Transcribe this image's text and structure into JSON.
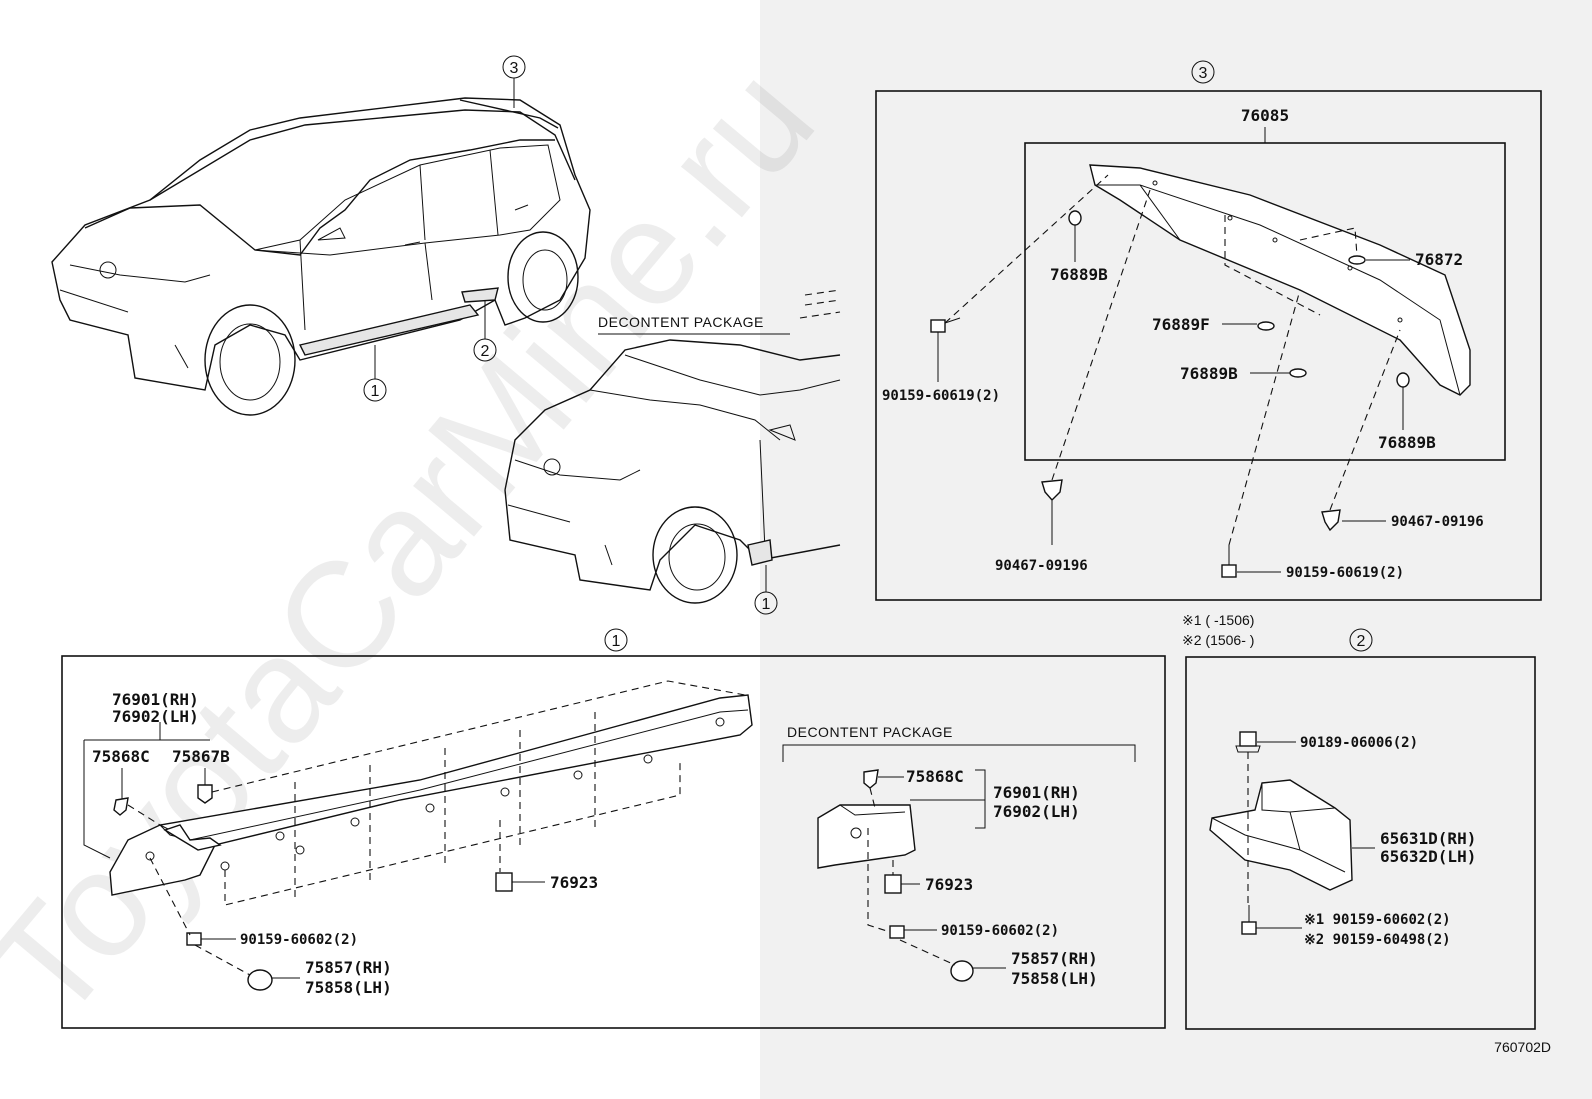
{
  "watermark": "ToyotaCarMine.ru",
  "diagram_code": "760702D",
  "callouts": {
    "c1": "1",
    "c2": "2",
    "c3": "3"
  },
  "captions": {
    "decontent_top": "DECONTENT PACKAGE",
    "decontent_lower": "DECONTENT PACKAGE"
  },
  "date_notes": {
    "note1": "※1 (      -1506)",
    "note2": "※2 (1506-      )"
  },
  "section3": {
    "assembly": "76085",
    "p76889b_left": "76889B",
    "p76872": "76872",
    "p76889f": "76889F",
    "p76889b_mid": "76889B",
    "p76889b_right": "76889B",
    "bolt_left": "90159-60619(2)",
    "clip_left": "90467-09196",
    "clip_right": "90467-09196",
    "bolt_bottom": "90159-60619(2)"
  },
  "section1": {
    "rocker_rh": "76901(RH)",
    "rocker_lh": "76902(LH)",
    "clip_a": "75868C",
    "clip_b": "75867B",
    "p76923": "76923",
    "screw": "90159-60602(2)",
    "plug_rh": "75857(RH)",
    "plug_lh": "75858(LH)"
  },
  "section1_decontent": {
    "clip": "75868C",
    "rocker_rh": "76901(RH)",
    "rocker_lh": "76902(LH)",
    "p76923": "76923",
    "screw": "90159-60602(2)",
    "plug_rh": "75857(RH)",
    "plug_lh": "75858(LH)"
  },
  "section2": {
    "nut": "90189-06006(2)",
    "guard_rh": "65631D(RH)",
    "guard_lh": "65632D(LH)",
    "bolt1": "※1  90159-60602(2)",
    "bolt2": "※2  90159-60498(2)"
  }
}
